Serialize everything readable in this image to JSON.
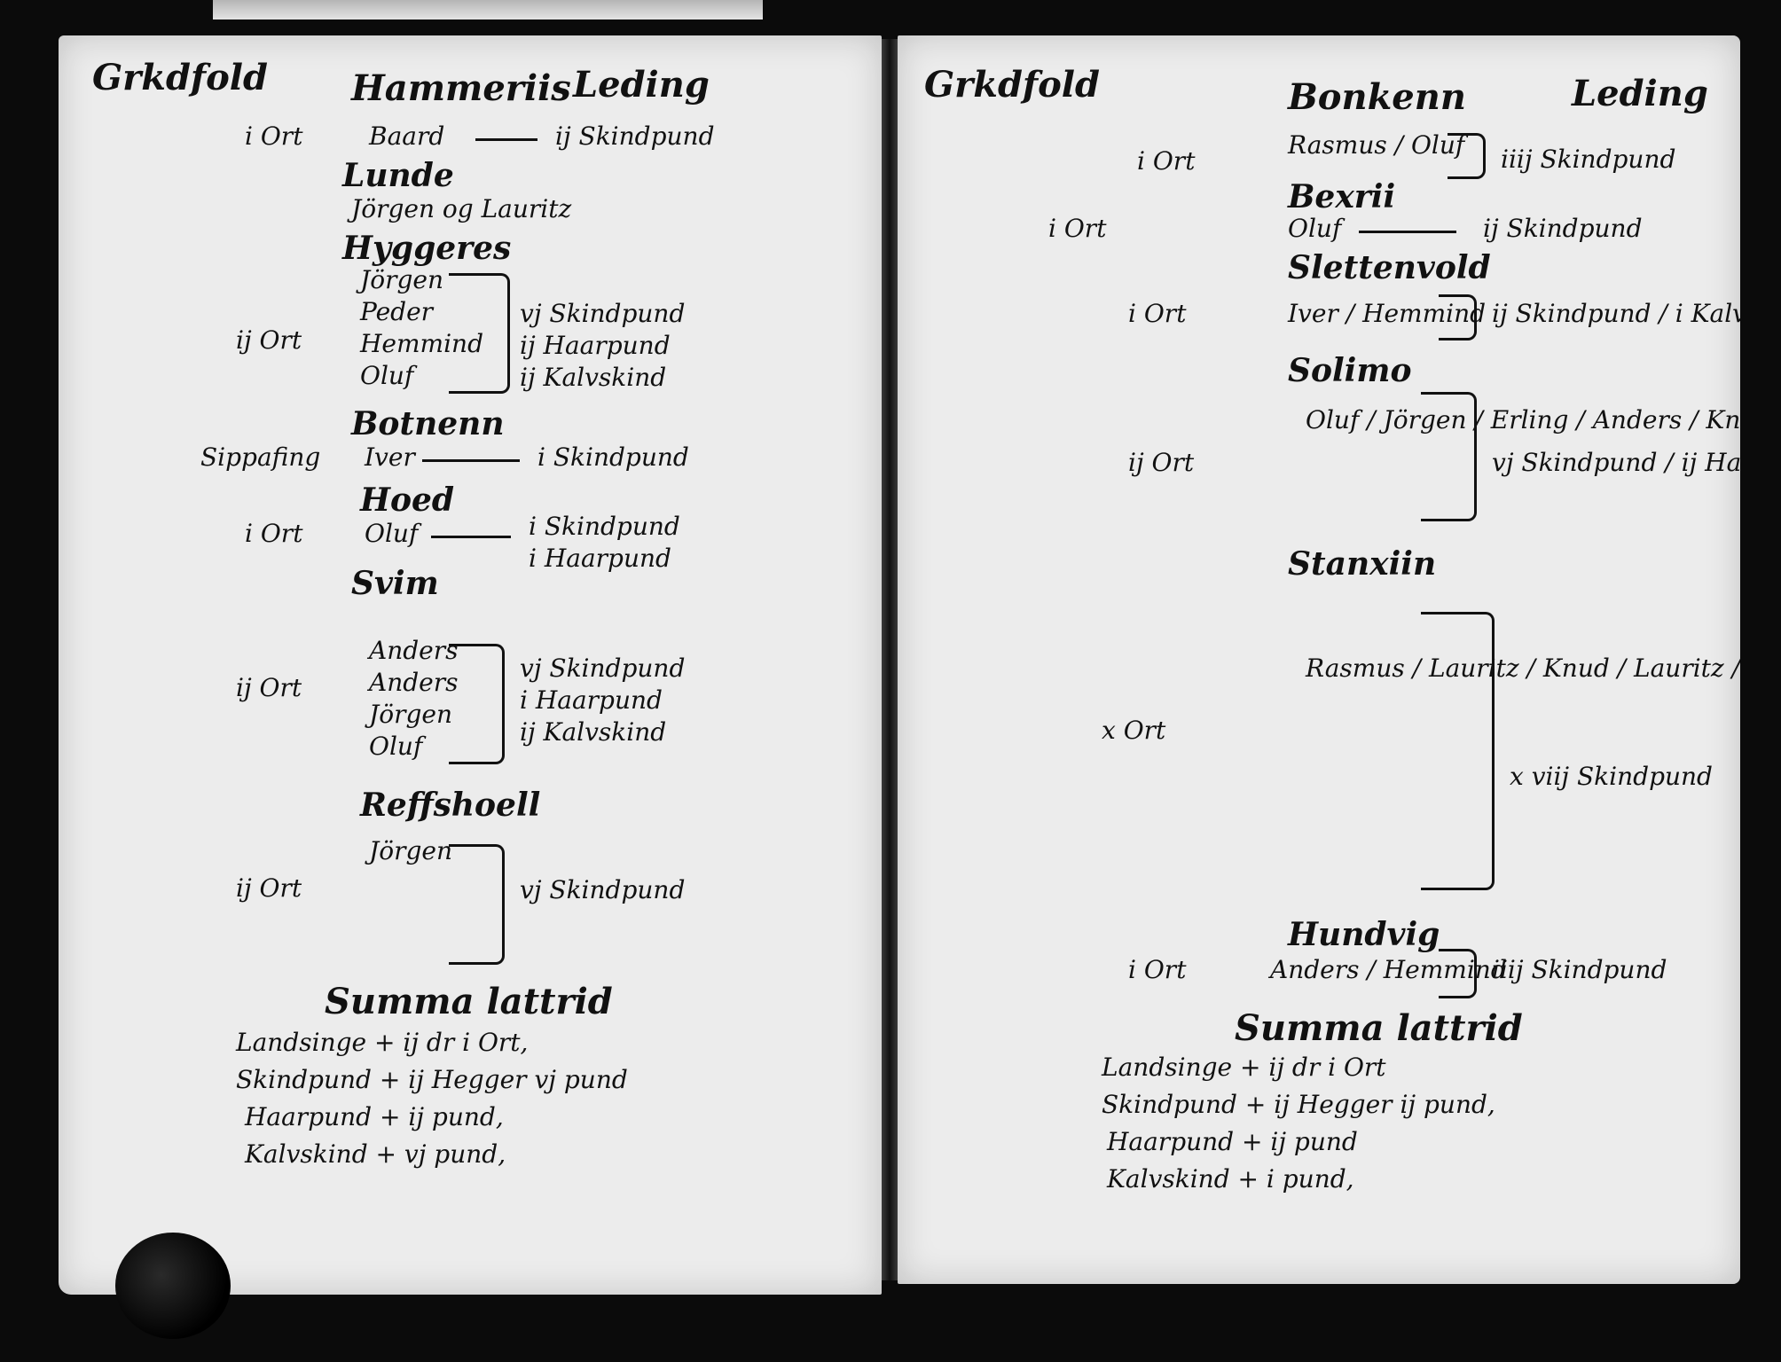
{
  "left": {
    "corner": "Grkdfold",
    "title_a": "Hammeriis",
    "title_b": "Leding",
    "summary_heading": "Summa lattrid",
    "entries": [
      {
        "amount": "i Ort",
        "place": "Hammeriis",
        "name": "Baard",
        "value": "ij Skindpund"
      },
      {
        "amount": "",
        "place": "Lunde",
        "name": "Jörgen og Lauritz",
        "value": ""
      },
      {
        "amount": "ij Ort",
        "place": "Hyggeres",
        "name": "Jörgen",
        "value": "vj Skindpund"
      },
      {
        "amount": "",
        "place": "",
        "name": "Peder",
        "value": "ij Haarpund"
      },
      {
        "amount": "",
        "place": "",
        "name": "Hemmind",
        "value": "ij Kalvskind"
      },
      {
        "amount": "",
        "place": "",
        "name": "Oluf",
        "value": ""
      },
      {
        "amount": "",
        "place": "Botnenn",
        "name": "",
        "value": ""
      },
      {
        "amount": "Sippafing",
        "place": "",
        "name": "Iver",
        "value": "i Skindpund"
      },
      {
        "amount": "i Ort",
        "place": "Hoed",
        "name": "Oluf",
        "value": "i Skindpund"
      },
      {
        "amount": "",
        "place": "Svim",
        "name": "",
        "value": "i Haarpund"
      },
      {
        "amount": "ij Ort",
        "place": "",
        "name": "Anders",
        "value": "vj Skindpund"
      },
      {
        "amount": "",
        "place": "",
        "name": "Anders",
        "value": "i Haarpund"
      },
      {
        "amount": "",
        "place": "",
        "name": "Jörgen",
        "value": "ij Kalvskind"
      },
      {
        "amount": "",
        "place": "",
        "name": "Oluf",
        "value": ""
      },
      {
        "amount": "",
        "place": "Reffshoell",
        "name": "",
        "value": ""
      },
      {
        "amount": "ij Ort",
        "place": "",
        "name": "Jörgen",
        "value": "vj Skindpund"
      }
    ],
    "summary_lines": [
      "Landsinge + ij dr i Ort,",
      "Skindpund + ij Hegger vj pund",
      "Haarpund + ij pund,",
      "Kalvskind + vj pund,"
    ]
  },
  "right": {
    "corner": "Grkdfold",
    "title_a": "Bonkenn",
    "title_b": "Leding",
    "summary_heading": "Summa lattrid",
    "entries": [
      {
        "amount": "i Ort",
        "place": "Bonkenn",
        "name": "Rasmus / Oluf",
        "value": "iiij Skindpund"
      },
      {
        "amount": "i Ort",
        "place": "Bexrii",
        "name": "Oluf",
        "value": "ij Skindpund"
      },
      {
        "amount": "i Ort",
        "place": "Slettenvold",
        "name": "Iver / Hemmind",
        "value": "ij Skindpund / i Kalvskind"
      },
      {
        "amount": "ij Ort",
        "place": "Solimo",
        "name": "Oluf / Jörgen / Erling / Anders / Knud",
        "value": "vj Skindpund / ij Haarpund"
      },
      {
        "amount": "x Ort",
        "place": "Stanxiin",
        "name": "Rasmus / Lauritz / Knud / Lauritz / Knud Hemmind / Bertel / Jörgen / Jörgen / Rasmus",
        "value": "x viij Skindpund"
      },
      {
        "amount": "i Ort",
        "place": "Hundvig",
        "name": "Anders / Hemmind",
        "value": "iiij Skindpund"
      }
    ],
    "summary_lines": [
      "Landsinge + ij dr i Ort",
      "Skindpund + ij Hegger ij pund,",
      "Haarpund + ij pund",
      "Kalvskind + i pund,"
    ]
  }
}
